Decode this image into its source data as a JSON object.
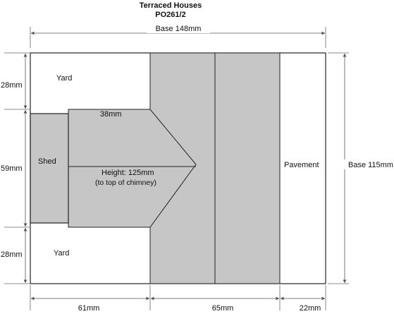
{
  "title": "Terraced Houses",
  "code": "PO261/2",
  "base_width_label": "Base 148mm",
  "base_depth_label": "Base 115mm",
  "left_dims": [
    "28mm",
    "59mm",
    "28mm"
  ],
  "bottom_dims": [
    "61mm",
    "65mm",
    "22mm"
  ],
  "areas": {
    "yard_top": "Yard",
    "yard_bottom": "Yard",
    "shed": "Shed",
    "pavement": "Pavement"
  },
  "extension": {
    "width_label": "38mm",
    "height_label": "Height: 125mm",
    "height_note": "(to top of chimney)"
  },
  "colors": {
    "fill": "#c6c6c6",
    "line": "#222222",
    "dim_line": "#555555"
  }
}
